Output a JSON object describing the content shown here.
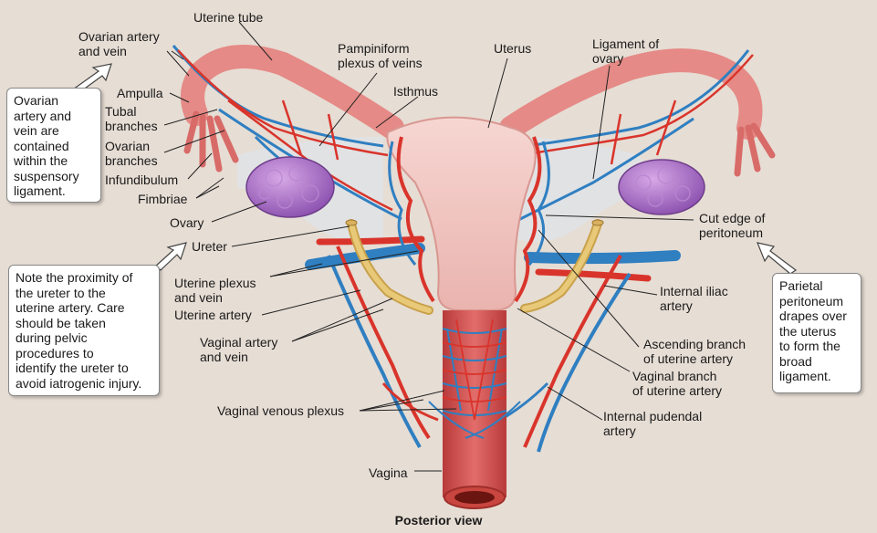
{
  "labels": {
    "uterine_tube": "Uterine tube",
    "ovarian_artery_vein": "Ovarian artery\nand vein",
    "ampulla": "Ampulla",
    "tubal_branches": "Tubal\nbranches",
    "ovarian_branches": "Ovarian\nbranches",
    "infundibulum": "Infundibulum",
    "fimbriae": "Fimbriae",
    "ovary": "Ovary",
    "pampiniform": "Pampiniform\nplexus of veins",
    "isthmus": "Isthmus",
    "uterus": "Uterus",
    "ligament_of_ovary": "Ligament of\novary",
    "cut_edge": "Cut edge of\nperitoneum",
    "ureter": "Ureter",
    "uterine_plexus": "Uterine plexus\nand vein",
    "uterine_artery": "Uterine artery",
    "vaginal_artery_vein": "Vaginal artery\nand vein",
    "internal_iliac": "Internal iliac\nartery",
    "ascending_branch": "Ascending branch\nof uterine artery",
    "vaginal_branch": "Vaginal branch\nof uterine artery",
    "vaginal_venous_plexus": "Vaginal venous plexus",
    "internal_pudendal": "Internal pudendal\nartery",
    "vagina": "Vagina"
  },
  "callouts": {
    "suspensory": "Ovarian\nartery and\nvein are\ncontained\nwithin the\nsuspensory\nligament.",
    "ureter_note": "Note the proximity of\nthe ureter to the\nuterine artery. Care\nshould be taken\nduring pelvic\nprocedures to\nidentify the ureter to\navoid iatrogenic injury.",
    "parietal": "Parietal\nperitoneum\ndrapes over\nthe uterus\nto form the\nbroad\nligament."
  },
  "caption": "Posterior view",
  "colors": {
    "background": "#e6ddd4",
    "uterus": "#f2c9c4",
    "artery": "#d9342b",
    "vein": "#2f7fc1",
    "ovary": "#a873c4",
    "ureter": "#e3c06f",
    "peritoneum": "#dfe3ea"
  }
}
